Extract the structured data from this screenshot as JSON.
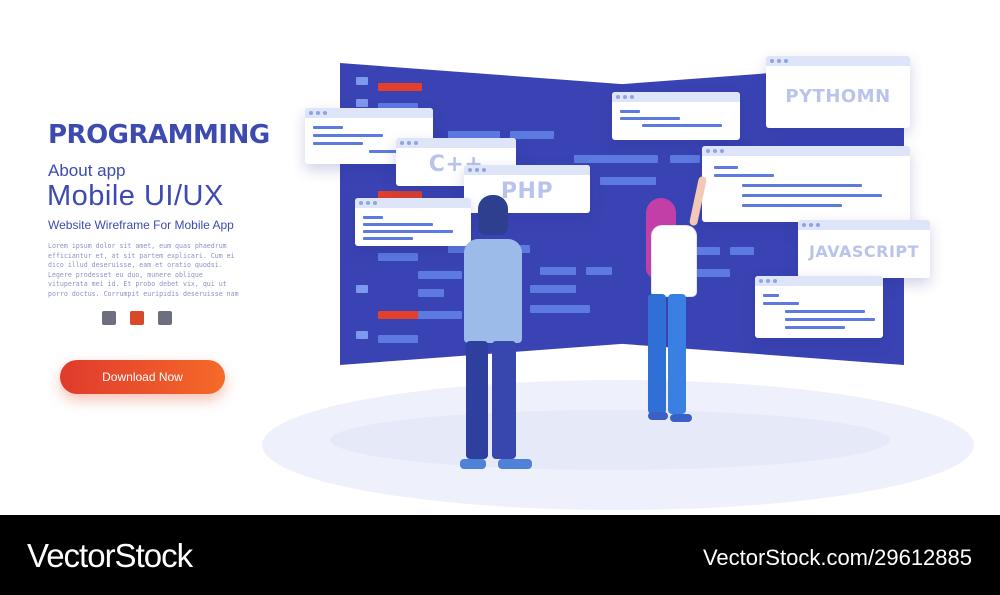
{
  "hero": {
    "title": "PROGRAMMING",
    "subtitle": "About app",
    "heading": "Mobile  UI/UX",
    "tagline": "Website Wireframe For Mobile App",
    "lorem": [
      "Lorem ipsum dolor sit amet, eum quas phaedrum",
      "efficiantur et, at sit partem explicari. Cum ei",
      "dico illud deseruisse, eam et oratio quodsi.",
      "Legere prodesset eu duo, munere oblique",
      "vituperata mei id. Et probo debet vix, qui ut",
      "porro doctus. Corrumpit euripidis deseruisse nam"
    ],
    "download_label": "Download Now"
  },
  "pagination": {
    "count": 3,
    "active_index": 1
  },
  "windows": {
    "cpp": "C++",
    "php": "PHP",
    "python": "PYTHOMN",
    "javascript": "JAVASCRIPT"
  },
  "colors": {
    "primary": "#3d4bb0",
    "screen": "#3a43b3",
    "accent_red": "#e2402a",
    "button_start": "#e03a2c",
    "button_end": "#f56a2a"
  },
  "footer": {
    "brand": "VectorStock",
    "url": "VectorStock.com/29612885"
  }
}
